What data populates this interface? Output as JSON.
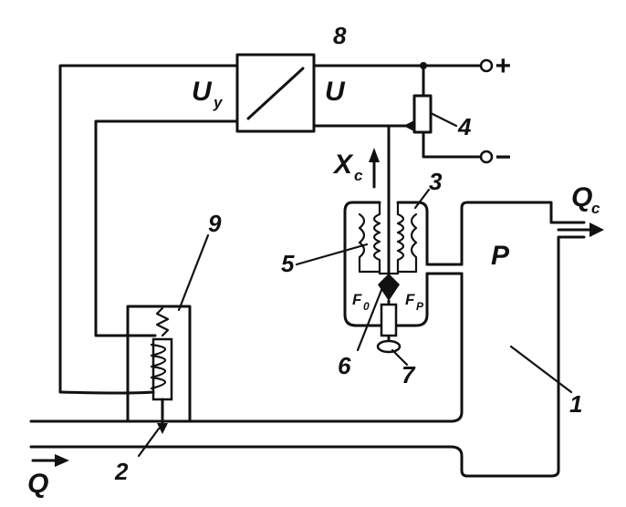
{
  "diagram": {
    "labels": {
      "n1": "1",
      "n2": "2",
      "n3": "3",
      "n4": "4",
      "n5": "5",
      "n6": "6",
      "n7": "7",
      "n8": "8",
      "n9": "9",
      "uy": "U",
      "uy_sub": "y",
      "u": "U",
      "xc": "X",
      "xc_sub": "c",
      "qc": "Q",
      "qc_sub": "c",
      "p": "P",
      "q": "Q",
      "plus": "+",
      "minus": "−",
      "f0": "F",
      "f0_sub": "0",
      "fp": "F",
      "fp_sub": "P"
    }
  }
}
